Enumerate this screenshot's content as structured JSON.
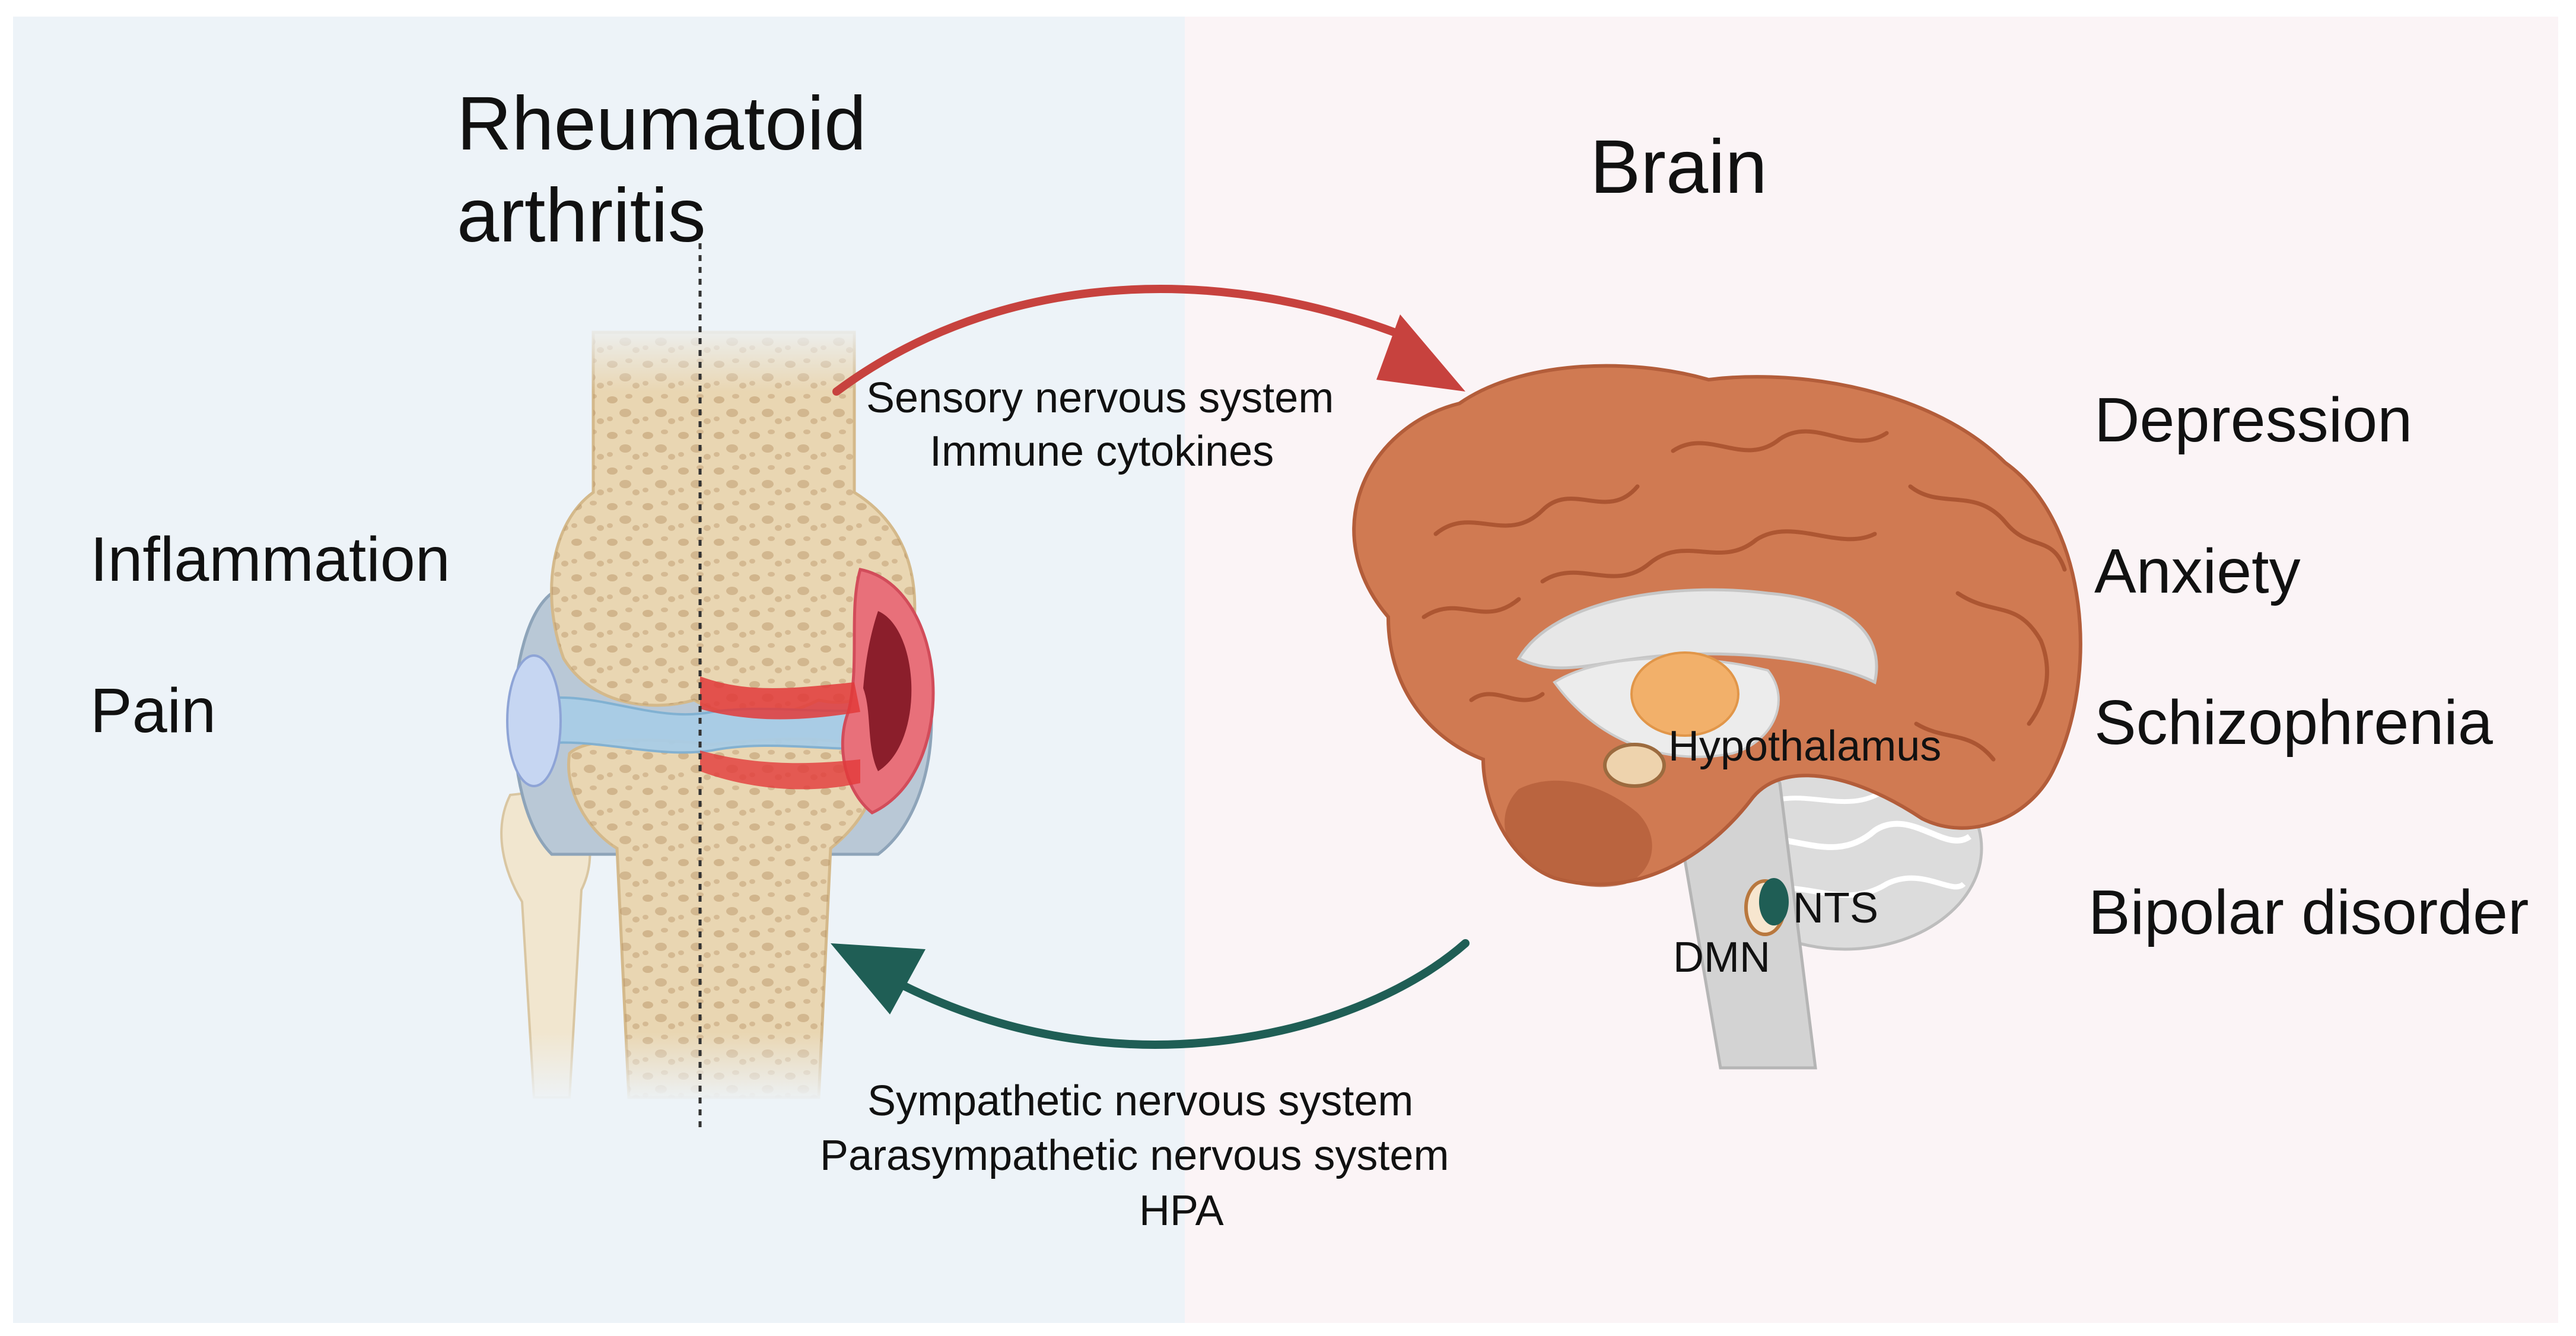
{
  "colors": {
    "left_panel_bg": "#edf3f8",
    "right_panel_bg": "#fbf4f6",
    "afferent_arrow": "#c7423e",
    "efferent_arrow": "#1f5e55",
    "bone": "#e9d6b2",
    "bone_spots": "#b58f62",
    "cartilage": "#a9cde6",
    "synovium": "#b9c8d6",
    "inflamed_synovium": "#e8707a",
    "inflamed_core": "#8b1e2b",
    "cortex": "#d07a52",
    "cortex_dark": "#b35d3a",
    "thalamus": "#f2b06a",
    "hypothalamus": "#eed3ad",
    "brainstem": "#cfcfcf",
    "nts_nucleus": "#1f5e55",
    "dmn_outline": "#b9783e"
  },
  "left": {
    "disease_title": [
      "Rheumatoid",
      "arthritis"
    ],
    "symptoms": [
      "Inflammation",
      "Pain"
    ],
    "illustration": "knee-joint"
  },
  "right": {
    "organ_title": "Brain",
    "disorders": [
      "Depression",
      "Anxiety",
      "Schizophrenia",
      "Bipolar disorder"
    ],
    "illustration": "brain-sagittal-section",
    "regions": {
      "hypothalamus": "Hypothalamus",
      "nts": "NTS",
      "dmn": "DMN"
    }
  },
  "pathways": {
    "afferent": {
      "direction": "joint-to-brain",
      "labels": [
        "Sensory nervous system",
        "Immune cytokines"
      ]
    },
    "efferent": {
      "direction": "brain-to-joint",
      "labels": [
        "Sympathetic nervous system",
        "Parasympathetic nervous system",
        "HPA"
      ]
    }
  }
}
